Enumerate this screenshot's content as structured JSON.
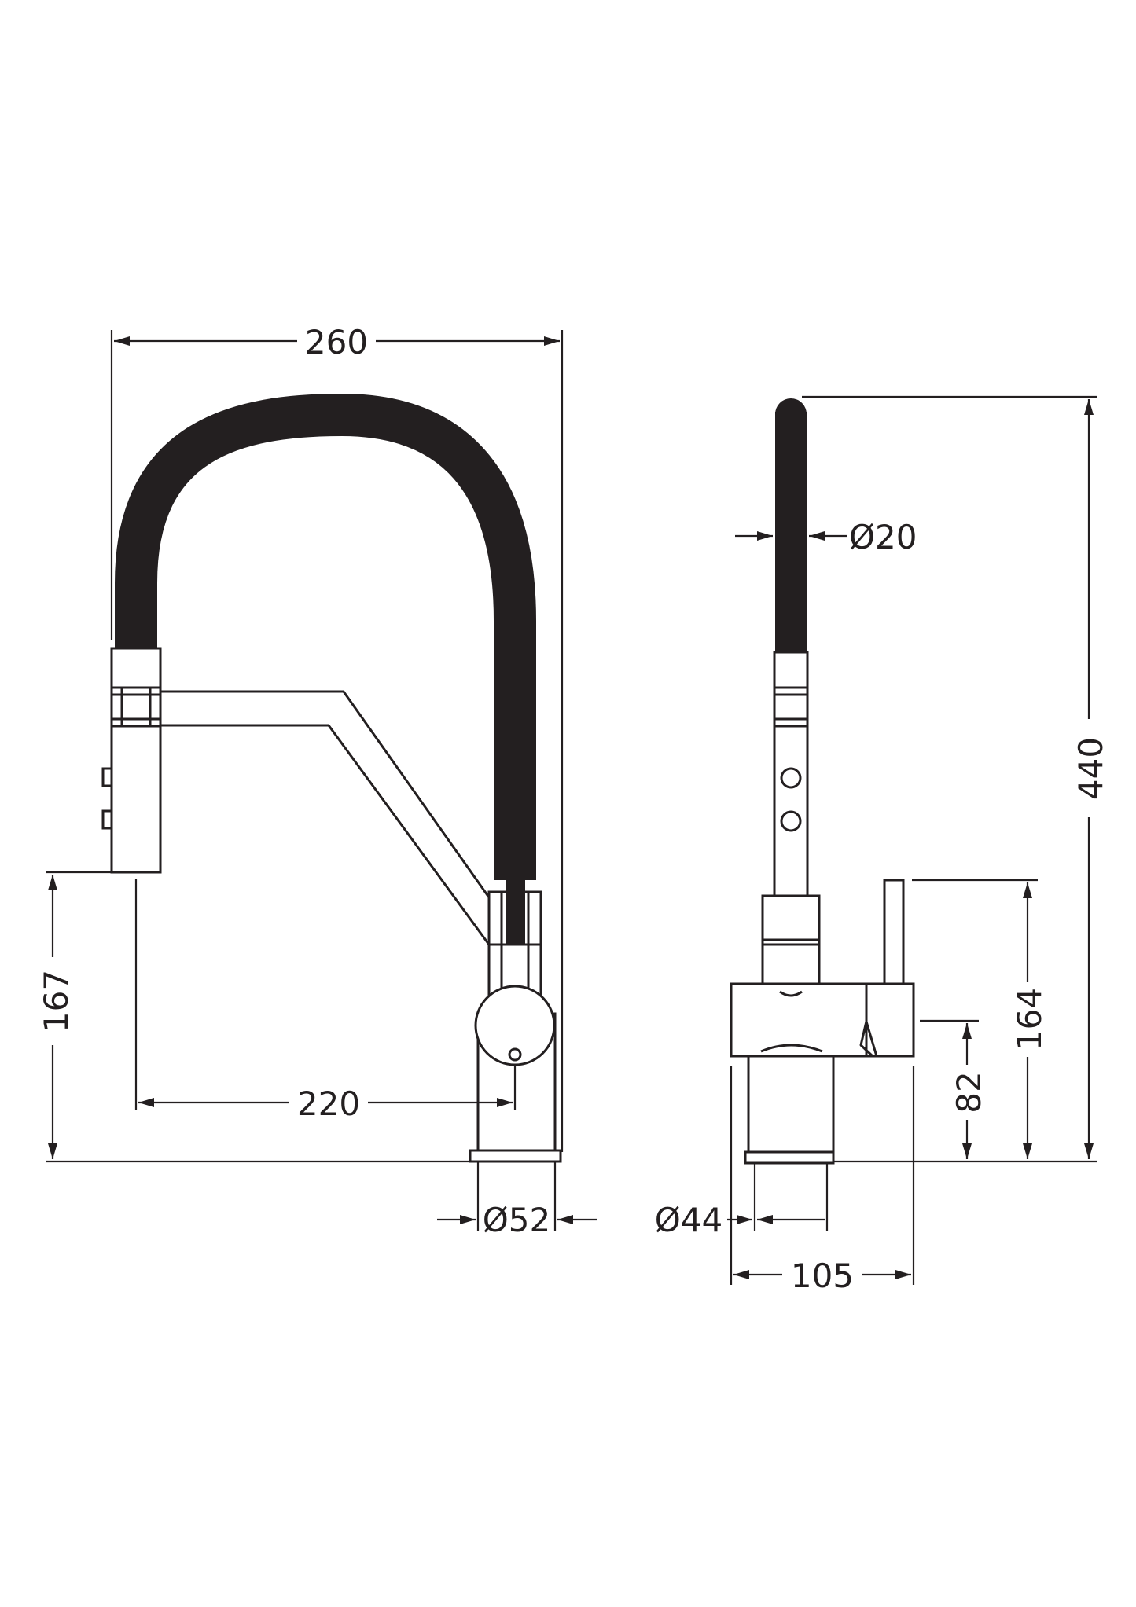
{
  "dimensions": {
    "overall_width": "260",
    "tap_height": "167",
    "spout_reach": "220",
    "base_diameter_front": "Ø52",
    "hose_diameter": "Ø20",
    "total_height": "440",
    "handle_height": "164",
    "lever_height": "82",
    "base_diameter_side": "Ø44",
    "side_depth": "105"
  },
  "colors": {
    "line": "#231f20",
    "hose": "#231f20",
    "background": "#ffffff"
  }
}
